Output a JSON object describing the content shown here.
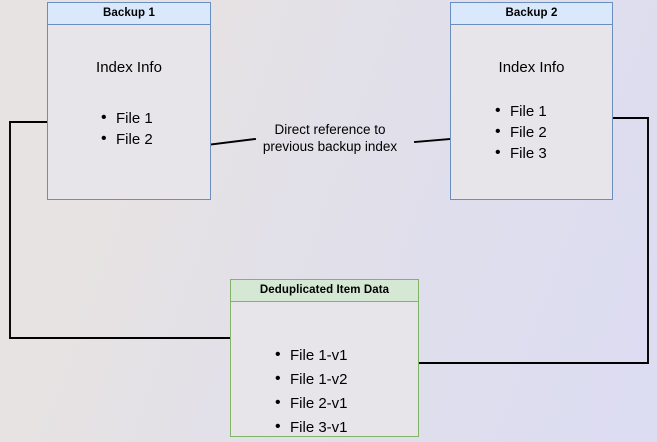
{
  "diagram": {
    "type": "backup-deduplication-diagram",
    "background": {
      "color_start": "#e7e3e3",
      "color_end": "#dcdcf3"
    },
    "nodes": [
      {
        "id": "backup-1",
        "title": "Backup 1",
        "subtitle": "Index Info",
        "border_color": "#6c8ebf",
        "header_fill": "#dae8fc",
        "body_fill": "#e7e5e9",
        "items": [
          "File 1",
          "File 2"
        ]
      },
      {
        "id": "backup-2",
        "title": "Backup 2",
        "subtitle": "Index Info",
        "border_color": "#6c8ebf",
        "header_fill": "#dae8fc",
        "body_fill": "#e7e5e9",
        "items": [
          "File 1",
          "File 2",
          "File 3"
        ]
      },
      {
        "id": "dedup",
        "title": "Deduplicated Item Data",
        "border_color": "#82b366",
        "header_fill": "#d5e8d4",
        "body_fill": "#e7e5e9",
        "items": [
          "File 1-v1",
          "File 1-v2",
          "File 2-v1",
          "File 3-v1"
        ]
      }
    ],
    "edges": [
      {
        "id": "direct-reference",
        "label_line_1": "Direct reference to",
        "label_line_2": "previous backup index",
        "from": "backup-2.File 2",
        "to": "backup-1.File 2",
        "color": "#000000"
      },
      {
        "id": "backup1-file1-to-dedup",
        "label": "",
        "from": "backup-1.File 1",
        "to": "dedup.File 1-v1",
        "color": "#000000"
      },
      {
        "id": "backup2-file1-to-dedup",
        "label": "",
        "from": "backup-2.File 1",
        "to": "dedup.File 1-v2",
        "color": "#000000"
      }
    ]
  }
}
